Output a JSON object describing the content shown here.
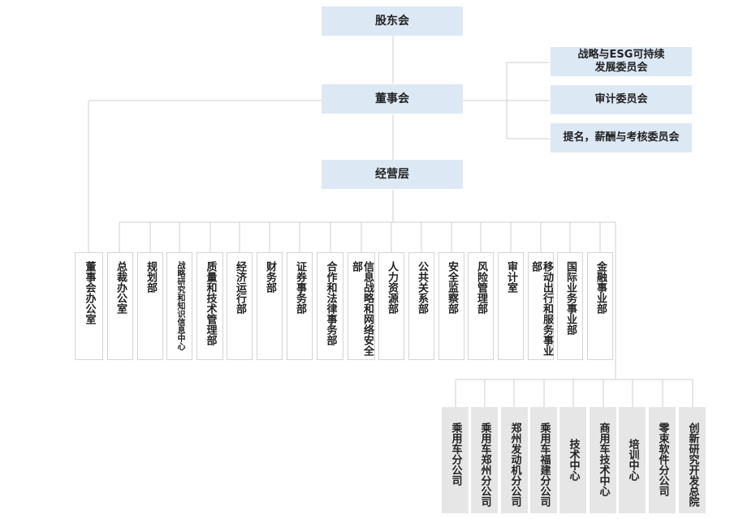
{
  "shareholders": "股东会",
  "board": "董事会",
  "management": "经营层",
  "committees": [
    {
      "line1": "战略与ESG可持续",
      "line2": "发展委员会"
    },
    {
      "line1": "审计委员会",
      "line2": ""
    },
    {
      "line1": "提名，薪酬与考核委员会",
      "line2": ""
    }
  ],
  "departments": [
    "董事会办公室",
    "总裁办公室",
    "规划部",
    "战略研究和知识信息中心",
    "质量和技术管理部",
    "经济运行部",
    "财务部",
    "证券事务部",
    "合作和法律事务部",
    "信息战略和网络安全部",
    "人力资源部",
    "公共关系部",
    "安全监察部",
    "风险管理部",
    "审计室",
    "移动出行和服务事业部",
    "国际业务事业部",
    "金融事业部"
  ],
  "units": [
    "乘用车分公司",
    "乘用车郑州分公司",
    "郑州发动机分公司",
    "乘用车福建分公司",
    "技术中心",
    "商用车技术中心",
    "培训中心",
    "零束软件分公司",
    "创新研究开发总院"
  ]
}
